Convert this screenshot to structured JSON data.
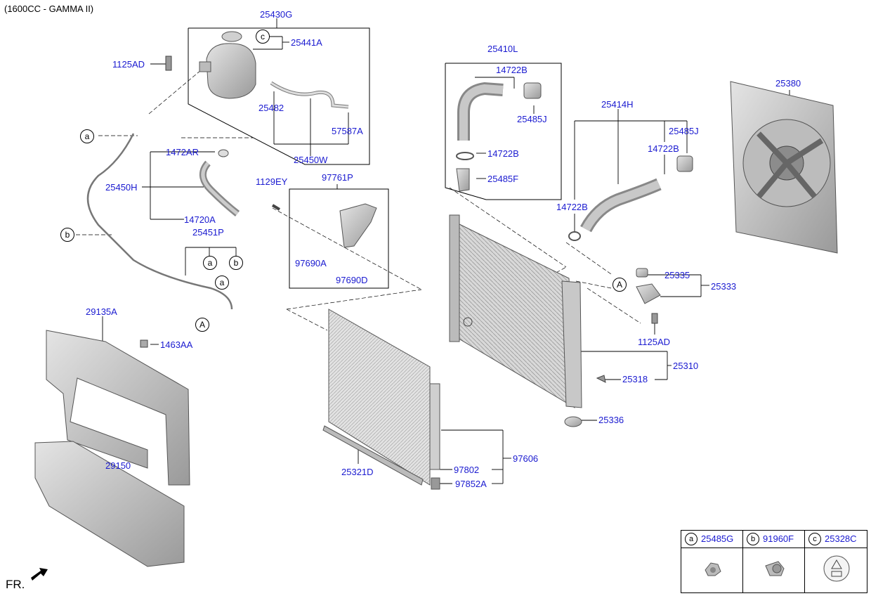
{
  "title": "(1600CC - GAMMA II)",
  "front_label": "FR.",
  "parts": {
    "p25430G": "25430G",
    "p25441A": "25441A",
    "p1125AD_top": "1125AD",
    "p25482": "25482",
    "p57587A": "57587A",
    "p25450W": "25450W",
    "p1472AR": "1472AR",
    "p25450H": "25450H",
    "p14720A": "14720A",
    "p25451P": "25451P",
    "p29135A": "29135A",
    "p1463AA": "1463AA",
    "p29150": "29150",
    "p1129EY": "1129EY",
    "p97761P": "97761P",
    "p97690A": "97690A",
    "p97690D": "97690D",
    "p25410L": "25410L",
    "p14722B_a": "14722B",
    "p25485J_a": "25485J",
    "p14722B_b": "14722B",
    "p25485F": "25485F",
    "p25414H": "25414H",
    "p25485J_b": "25485J",
    "p14722B_c": "14722B",
    "p14722B_d": "14722B",
    "p25380": "25380",
    "p25335": "25335",
    "p25333": "25333",
    "p1125AD_bot": "1125AD",
    "p25310": "25310",
    "p25318": "25318",
    "p25336": "25336",
    "p97606": "97606",
    "p97802": "97802",
    "p97852A": "97852A",
    "p25321D": "25321D"
  },
  "callouts": {
    "a": "a",
    "b": "b",
    "c": "c",
    "A": "A"
  },
  "legend": [
    {
      "key": "a",
      "part": "25485G",
      "icon": "hose-clip-icon"
    },
    {
      "key": "b",
      "part": "91960F",
      "icon": "grommet-icon"
    },
    {
      "key": "c",
      "part": "25328C",
      "icon": "warning-cap-icon"
    }
  ]
}
